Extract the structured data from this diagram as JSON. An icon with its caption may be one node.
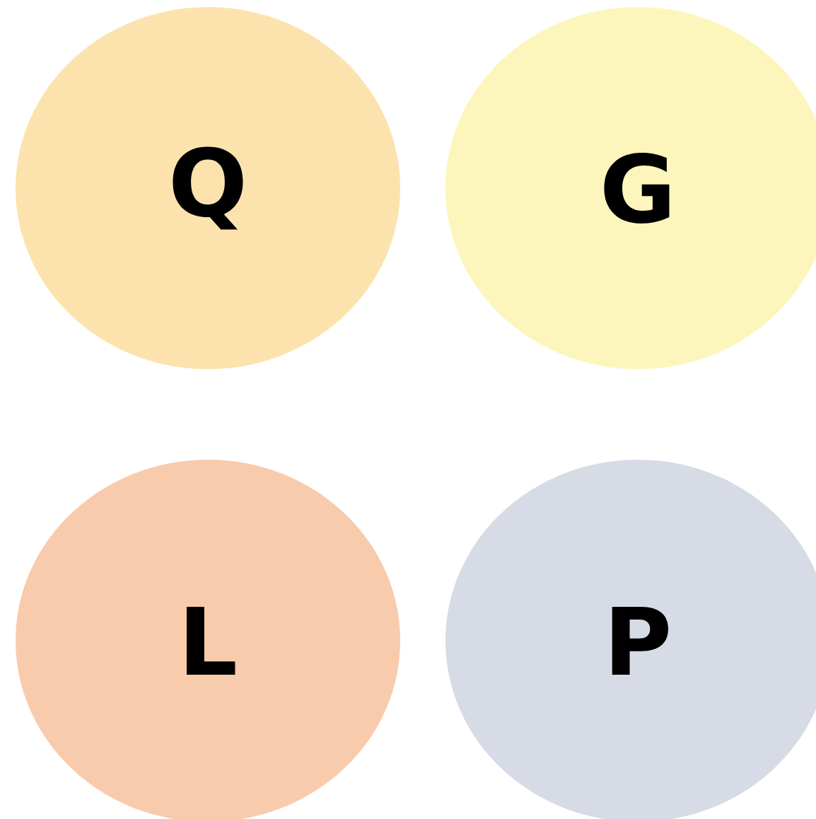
{
  "diagram": {
    "nodes": [
      {
        "text": [
          "Q"
        ]
      },
      {
        "text": [
          "G"
        ]
      },
      {
        "text": [
          "L"
        ]
      },
      {
        "text": [
          "P"
        ]
      }
    ]
  }
}
